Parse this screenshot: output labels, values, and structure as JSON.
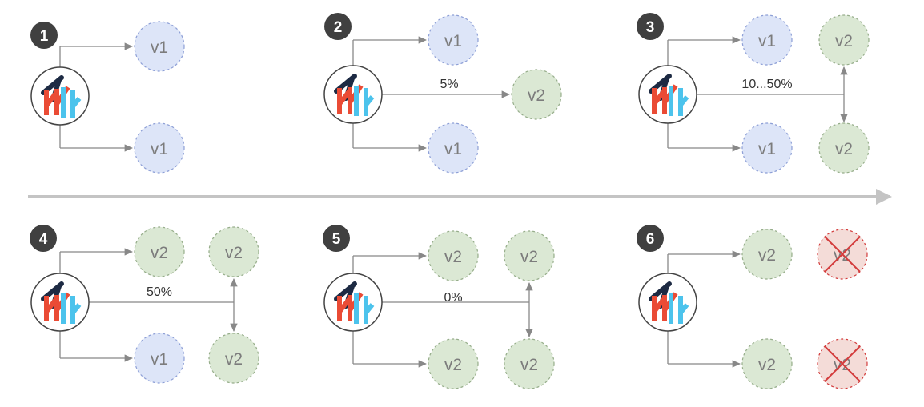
{
  "colors": {
    "v1_fill": "#dde5f8",
    "v1_stroke": "#8d9fd6",
    "v2_fill": "#dbe8d4",
    "v2_stroke": "#96ad8a",
    "node_text": "#7c7c7c",
    "arrow": "#888888",
    "timeline": "#c4c4c4",
    "step_badge": "#404040",
    "removed_stroke": "#d33c3c",
    "removed_fill": "#f4dcd8",
    "logo_red": "#ea4b35",
    "logo_blue": "#4cc3ec",
    "logo_navy": "#1d2a43"
  },
  "icons": {
    "router": "router-logo-icon",
    "removed": "removed-cross-icon"
  },
  "panels": [
    {
      "step": "1",
      "split_label": "",
      "top": "v1",
      "bottom": "v1"
    },
    {
      "step": "2",
      "split_label": "5%",
      "top": "v1",
      "middle": "v2",
      "bottom": "v1"
    },
    {
      "step": "3",
      "split_label": "10...50%",
      "top": "v1",
      "bottom": "v1",
      "right_top": "v2",
      "right_bottom": "v2"
    },
    {
      "step": "4",
      "split_label": "50%",
      "top": "v2",
      "bottom": "v1",
      "right_top": "v2",
      "right_bottom": "v2"
    },
    {
      "step": "5",
      "split_label": "0%",
      "top": "v2",
      "bottom": "v2",
      "right_top": "v2",
      "right_bottom": "v2"
    },
    {
      "step": "6",
      "split_label": "",
      "top": "v2",
      "bottom": "v2",
      "right_top": "v2",
      "right_bottom": "v2",
      "right_removed": true
    }
  ]
}
